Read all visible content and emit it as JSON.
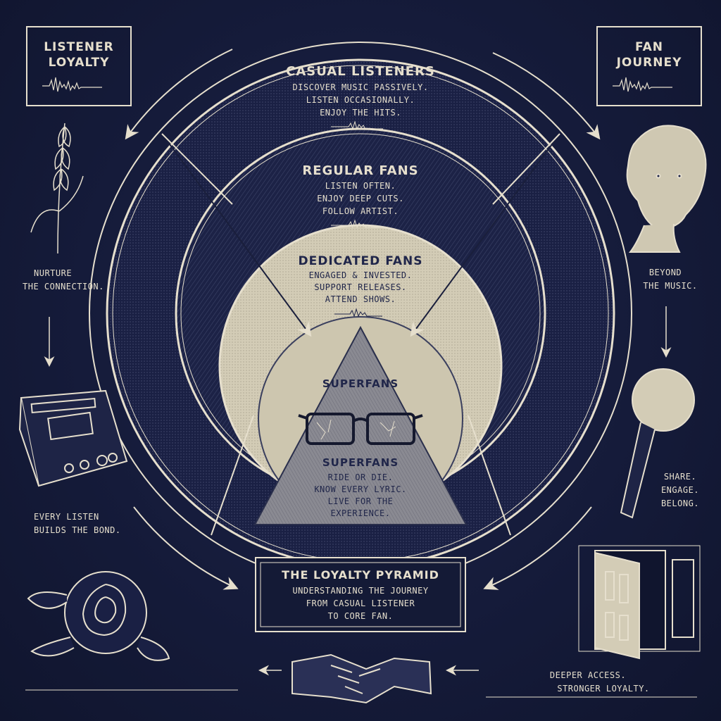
{
  "corners": {
    "top_left": "LISTENER\nLOYALTY",
    "top_right": "FAN\nJOURNEY"
  },
  "tiers": [
    {
      "name": "CASUAL LISTENERS",
      "lines": [
        "DISCOVER MUSIC PASSIVELY.",
        "LISTEN OCCASIONALLY.",
        "ENJOY THE HITS."
      ]
    },
    {
      "name": "REGULAR FANS",
      "lines": [
        "LISTEN OFTEN.",
        "ENJOY DEEP CUTS.",
        "FOLLOW ARTIST."
      ]
    },
    {
      "name": "DEDICATED FANS",
      "lines": [
        "ENGAGED & INVESTED.",
        "SUPPORT RELEASES.",
        "ATTEND SHOWS."
      ]
    },
    {
      "name": "SUPERFANS",
      "lines": [
        "RIDE OR DIE.",
        "KNOW EVERY LYRIC.",
        "LIVE FOR THE",
        "EXPERIENCE."
      ]
    }
  ],
  "pyramid_top_label": "SUPERFANS",
  "side_notes": {
    "nurture": "NURTURE\nTHE CONNECTION.",
    "every_listen": "EVERY LISTEN\nBUILDS THE BOND.",
    "beyond": "BEYOND\nTHE MUSIC.",
    "share": "SHARE.\nENGAGE.\nBELONG.",
    "deeper": "DEEPER ACCESS.\nSTRONGER LOYALTY."
  },
  "banner": {
    "title": "THE LOYALTY PYRAMID",
    "lines": [
      "UNDERSTANDING THE JOURNEY",
      "FROM CASUAL LISTENER",
      "TO CORE FAN."
    ]
  },
  "colors": {
    "background": "#151b3a",
    "ink": "#e6dfcd",
    "paper": "#d9d2bd"
  },
  "icons": [
    "wheat-icon",
    "cassette-player-icon",
    "rose-icon",
    "handshake-icon",
    "bust-icon",
    "microphone-icon",
    "door-icon",
    "glasses-icon"
  ]
}
